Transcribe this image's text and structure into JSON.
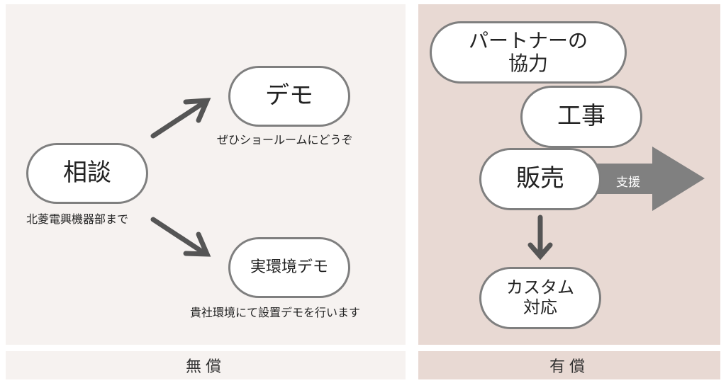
{
  "free": {
    "consult": {
      "label": "相談",
      "caption": "北菱電興機器部まで"
    },
    "demo": {
      "label": "デモ",
      "caption": "ぜひショールームにどうぞ"
    },
    "onsite_demo": {
      "label": "実環境デモ",
      "caption": "貴社環境にて設置デモを行います"
    },
    "footer": "無償"
  },
  "paid": {
    "partner": {
      "line1": "パートナーの",
      "line2": "協力"
    },
    "construction": {
      "label": "工事"
    },
    "sales": {
      "label": "販売"
    },
    "support_label": "支援",
    "custom": {
      "line1": "カスタム",
      "line2": "対応"
    },
    "footer": "有償"
  },
  "colors": {
    "free_bg": "#f6f2f0",
    "paid_bg": "#e8d9d3",
    "border": "#7f7f7f",
    "arrow": "#555555",
    "support_arrow": "#808080"
  }
}
